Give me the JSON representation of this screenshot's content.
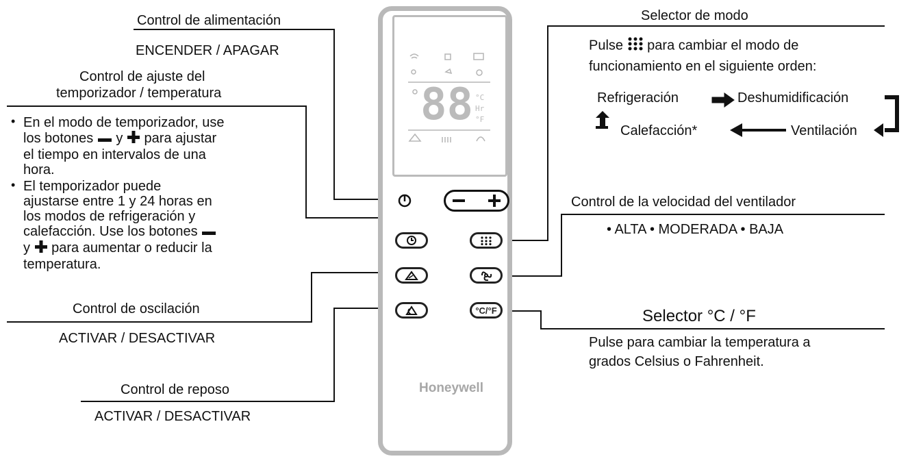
{
  "power": {
    "title": "Control de alimentación",
    "subtitle": "ENCENDER / APAGAR"
  },
  "timer": {
    "title_line1": "Control de ajuste del",
    "title_line2": "temporizador / temperatura",
    "bullet1": {
      "l1_a": "En el modo de temporizador, use",
      "l2_a": "los botones",
      "l2_b": "y",
      "l2_c": "para ajustar",
      "l3": "el tiempo en intervalos de una",
      "l4": "hora."
    },
    "bullet2": {
      "l1": "El temporizador puede",
      "l2": "ajustarse entre 1 y 24 horas en",
      "l3": "los modos de refrigeración y",
      "l4": "calefacción. Use los botones",
      "l5_a": "y",
      "l5_b": "para aumentar o reducir la",
      "l6": "temperatura."
    }
  },
  "swing": {
    "title": "Control de oscilación",
    "subtitle": "ACTIVAR / DESACTIVAR"
  },
  "sleep": {
    "title": "Control de reposo",
    "subtitle": "ACTIVAR / DESACTIVAR"
  },
  "mode": {
    "title": "Selector de modo",
    "desc_a": "Pulse",
    "desc_b": "para cambiar el modo de",
    "desc_line2": "funcionamiento en el siguiente orden:",
    "sequence": [
      "Refrigeración",
      "Deshumidificación",
      "Ventilación",
      "Calefacción*"
    ]
  },
  "fan": {
    "title": "Control de la velocidad del ventilador",
    "speeds": "• ALTA • MODERADA • BAJA"
  },
  "unit": {
    "title": "Selector °C / °F",
    "desc_line1": "Pulse para cambiar la temperatura a",
    "desc_line2": "grados Celsius o Fahrenheit."
  },
  "remote": {
    "brand": "Honeywell",
    "display_digits": "88",
    "display_units": [
      "°C",
      "Hr",
      "°F"
    ],
    "unit_button": "°C/°F"
  },
  "colors": {
    "line": "#111111",
    "remote_body": "#b9b9b9",
    "brand": "#a7a7a7"
  }
}
